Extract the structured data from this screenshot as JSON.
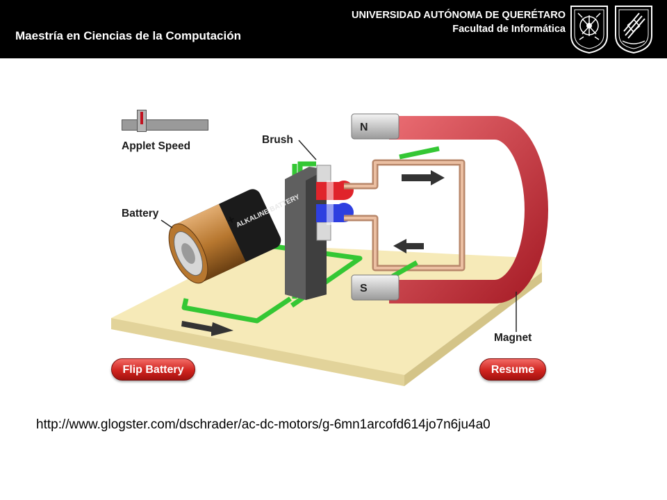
{
  "header": {
    "course_title": "Maestría en Ciencias de la Computación",
    "university": "UNIVERSIDAD AUTÓNOMA DE QUERÉTARO",
    "faculty": "Facultad de Informática",
    "background_color": "#000000",
    "text_color": "#ffffff"
  },
  "applet": {
    "speed_label": "Applet Speed",
    "brush_label": "Brush",
    "battery_label": "Battery",
    "magnet_label": "Magnet",
    "north_pole": "N",
    "south_pole": "S",
    "battery_text": "ALKALINE BATTERY",
    "battery_plus": "+",
    "flip_battery_button": "Flip Battery",
    "resume_button": "Resume",
    "colors": {
      "magnet": "#c8303a",
      "wire": "#33cc33",
      "coil": "#d9a98c",
      "base": "#f6eab8",
      "button": "#d0241f",
      "arrow": "#333333"
    }
  },
  "footer": {
    "url": "http://www.glogster.com/dschrader/ac-dc-motors/g-6mn1arcofd614jo7n6ju4a0"
  }
}
